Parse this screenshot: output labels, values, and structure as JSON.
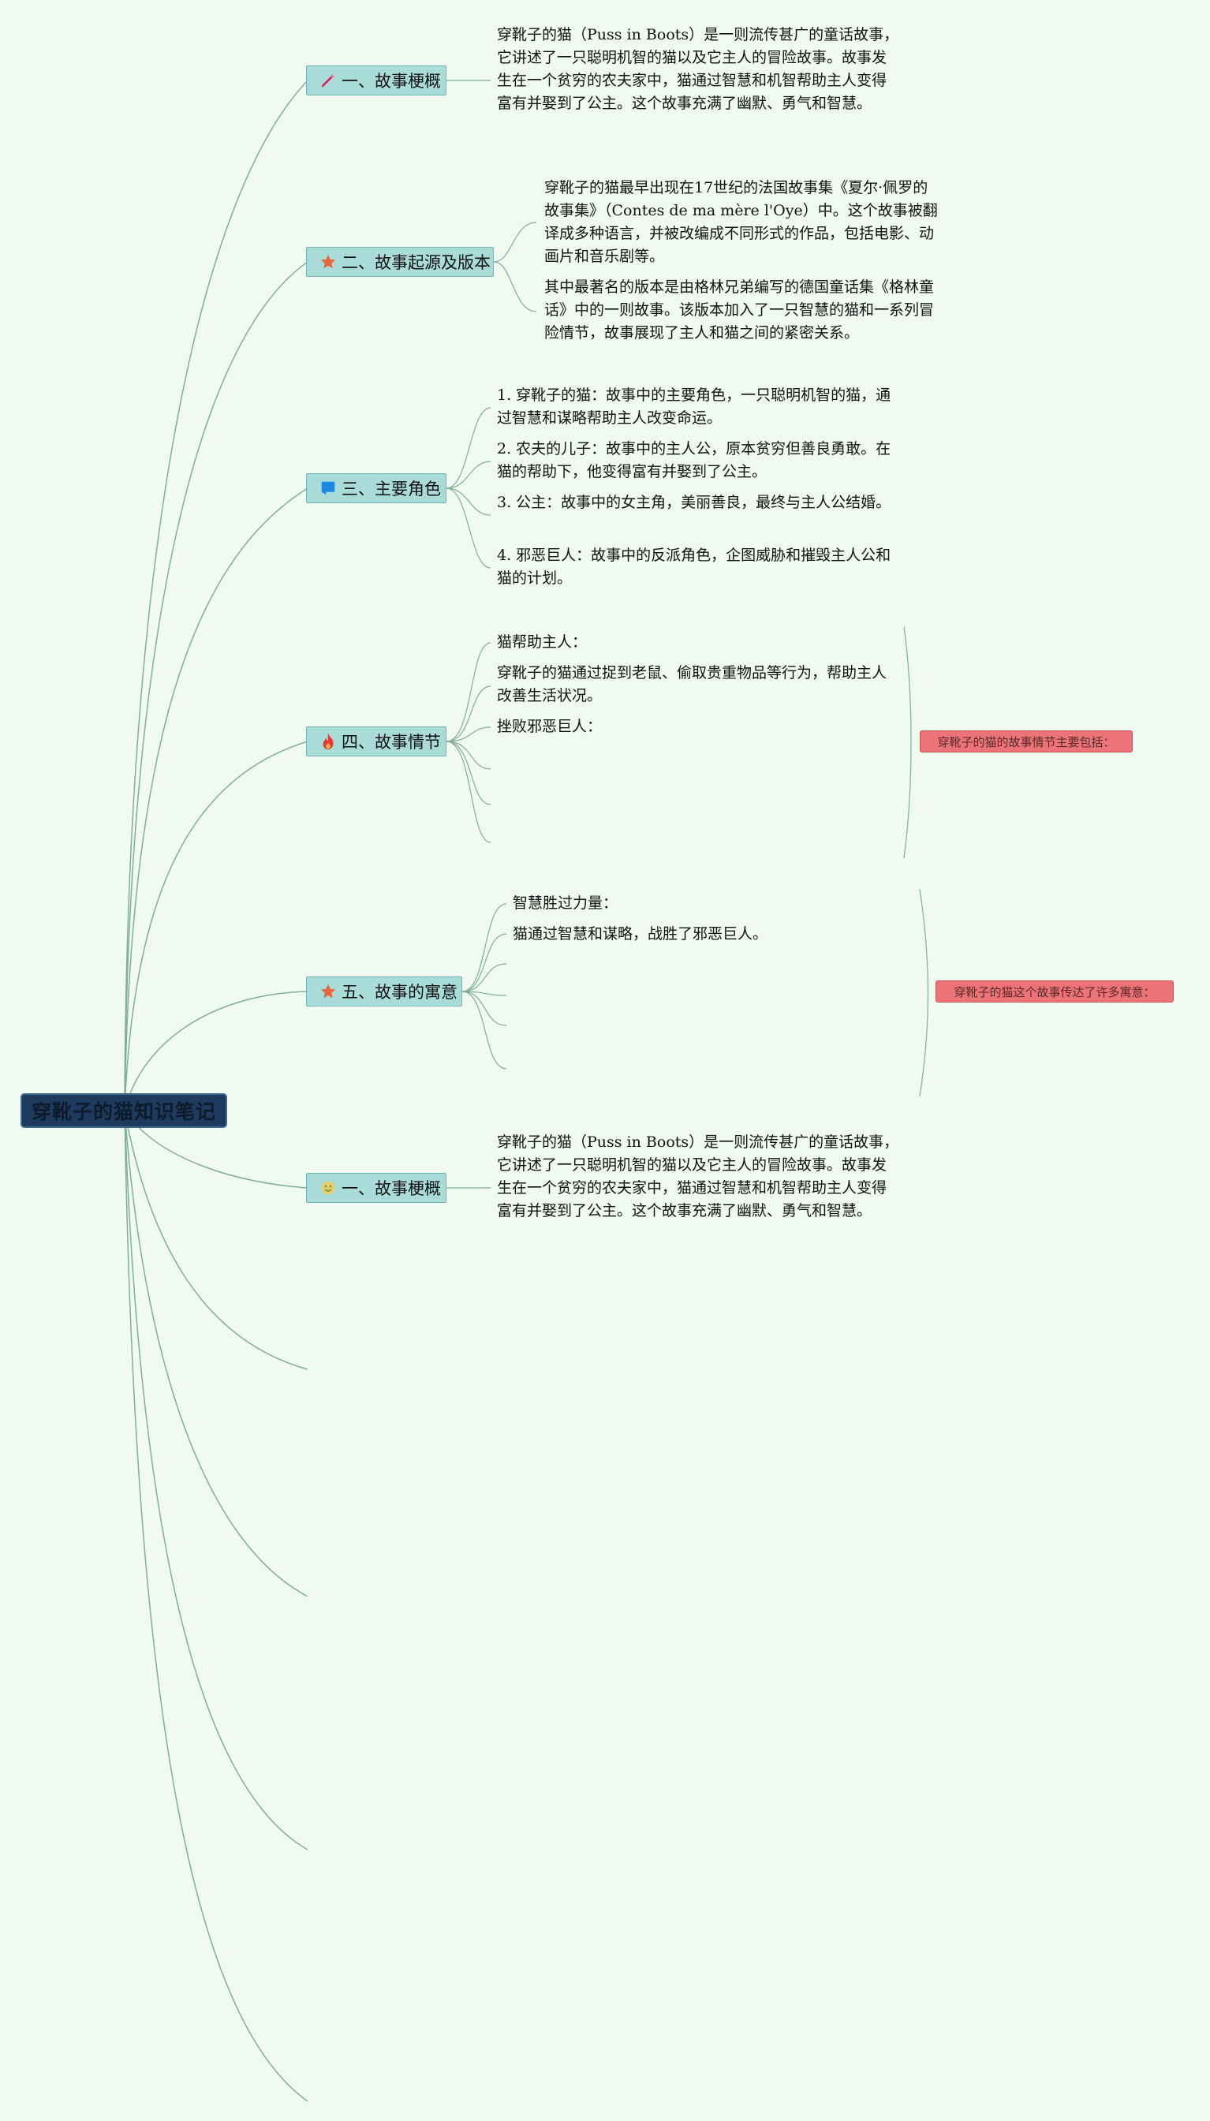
{
  "root": {
    "label": "穿靴子的猫知识笔记"
  },
  "branches": [
    {
      "label": "一、故事梗概",
      "icon": "magic-wand-icon",
      "leaves": [
        "穿靴子的猫（Puss in Boots）是一则流传甚广的童话故事，它讲述了一只聪明机智的猫以及它主人的冒险故事。故事发生在一个贫穷的农夫家中，猫通过智慧和机智帮助主人变得富有并娶到了公主。这个故事充满了幽默、勇气和智慧。"
      ]
    },
    {
      "label": "二、故事起源及版本",
      "icon": "star-icon",
      "leaves": [
        "穿靴子的猫最早出现在17世纪的法国故事集《夏尔·佩罗的故事集》（Contes de ma mère l'Oye）中。这个故事被翻译成多种语言，并被改编成不同形式的作品，包括电影、动画片和音乐剧等。",
        "其中最著名的版本是由格林兄弟编写的德国童话集《格林童话》中的一则故事。该版本加入了一只智慧的猫和一系列冒险情节，故事展现了主人和猫之间的紧密关系。"
      ]
    },
    {
      "label": "三、主要角色",
      "icon": "flag-icon",
      "leaves": [
        "1. 穿靴子的猫：故事中的主要角色，一只聪明机智的猫，通过智慧和谋略帮助主人改变命运。",
        "2. 农夫的儿子：故事中的主人公，原本贫穷但善良勇敢。在猫的帮助下，他变得富有并娶到了公主。",
        "3. 公主：故事中的女主角，美丽善良，最终与主人公结婚。",
        "4. 邪恶巨人：故事中的反派角色，企图威胁和摧毁主人公和猫的计划。"
      ]
    },
    {
      "label": "四、故事情节",
      "icon": "fire-icon",
      "leaves": [
        "猫帮助主人：",
        "穿靴子的猫通过捉到老鼠、偷取贵重物品等行为，帮助主人改善生活状况。",
        "挫败邪恶巨人："
      ],
      "callout": "穿靴子的猫的故事情节主要包括："
    },
    {
      "label": "五、故事的寓意",
      "icon": "star-icon",
      "leaves": [
        "智慧胜过力量：",
        "猫通过智慧和谋略，战胜了邪恶巨人。"
      ],
      "callout": "穿靴子的猫这个故事传达了许多寓意："
    },
    {
      "label": "一、故事梗概",
      "icon": "smiley-icon",
      "leaves": [
        "穿靴子的猫（Puss in Boots）是一则流传甚广的童话故事，它讲述了一只聪明机智的猫以及它主人的冒险故事。故事发生在一个贫穷的农夫家中，猫通过智慧和机智帮助主人变得富有并娶到了公主。这个故事充满了幽默、勇气和智慧。"
      ]
    }
  ],
  "colors": {
    "background": "#f1faf0",
    "root_fill": "#1e3a5f",
    "branch_fill": "#a9dcd8",
    "connector": "#7fae98",
    "callout_fill": "#ec7378",
    "icon_star": "#e8643c",
    "icon_flag": "#1e88e5",
    "icon_fire": "#e53935",
    "icon_wand": "#d81b60",
    "icon_smiley": "#e0d070"
  }
}
